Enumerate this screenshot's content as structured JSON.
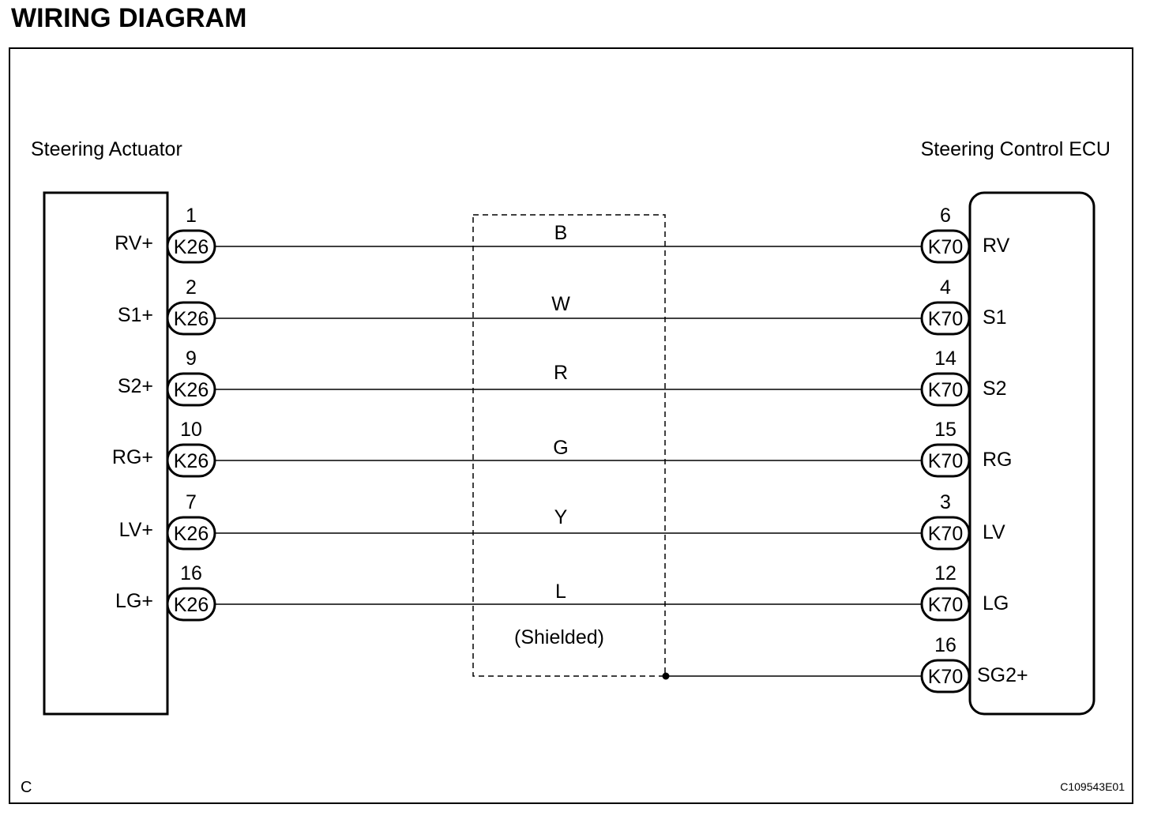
{
  "title": "WIRING DIAGRAM",
  "left_component": {
    "name": "Steering Actuator",
    "connector": "K26"
  },
  "right_component": {
    "name": "Steering Control ECU",
    "connector": "K70"
  },
  "wires": [
    {
      "left_pin": "1",
      "left_terminal": "RV+",
      "color": "B",
      "right_pin": "6",
      "right_terminal": "RV"
    },
    {
      "left_pin": "2",
      "left_terminal": "S1+",
      "color": "W",
      "right_pin": "4",
      "right_terminal": "S1"
    },
    {
      "left_pin": "9",
      "left_terminal": "S2+",
      "color": "R",
      "right_pin": "14",
      "right_terminal": "S2"
    },
    {
      "left_pin": "10",
      "left_terminal": "RG+",
      "color": "G",
      "right_pin": "15",
      "right_terminal": "RG"
    },
    {
      "left_pin": "7",
      "left_terminal": "LV+",
      "color": "Y",
      "right_pin": "3",
      "right_terminal": "LV"
    },
    {
      "left_pin": "16",
      "left_terminal": "LG+",
      "color": "L",
      "right_pin": "12",
      "right_terminal": "LG"
    }
  ],
  "shield": {
    "label": "(Shielded)",
    "right_pin": "16",
    "right_terminal": "SG2+"
  },
  "footer": {
    "code": "C",
    "figure_id": "C109543E01"
  }
}
